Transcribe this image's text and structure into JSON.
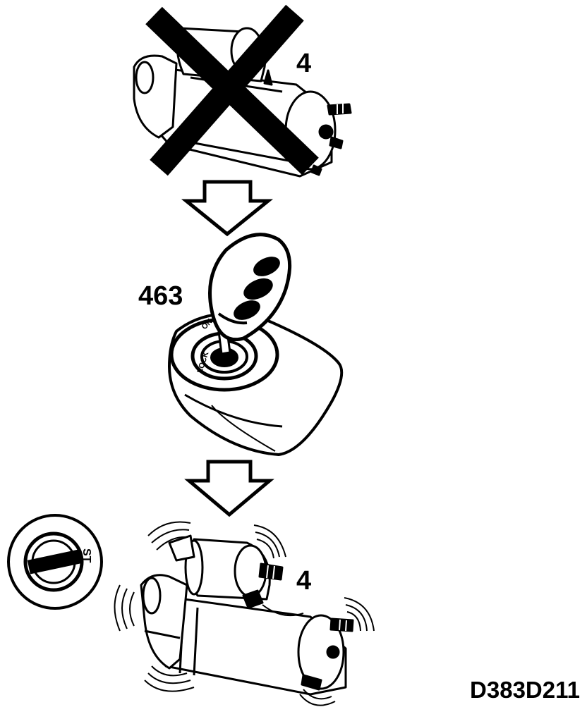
{
  "callouts": {
    "starter_top": "4",
    "key": "463",
    "starter_bottom": "4"
  },
  "key_ring": {
    "lock": "LOCK",
    "on": "ON"
  },
  "inset": {
    "position": "ST"
  },
  "figure_code": "D383D211"
}
